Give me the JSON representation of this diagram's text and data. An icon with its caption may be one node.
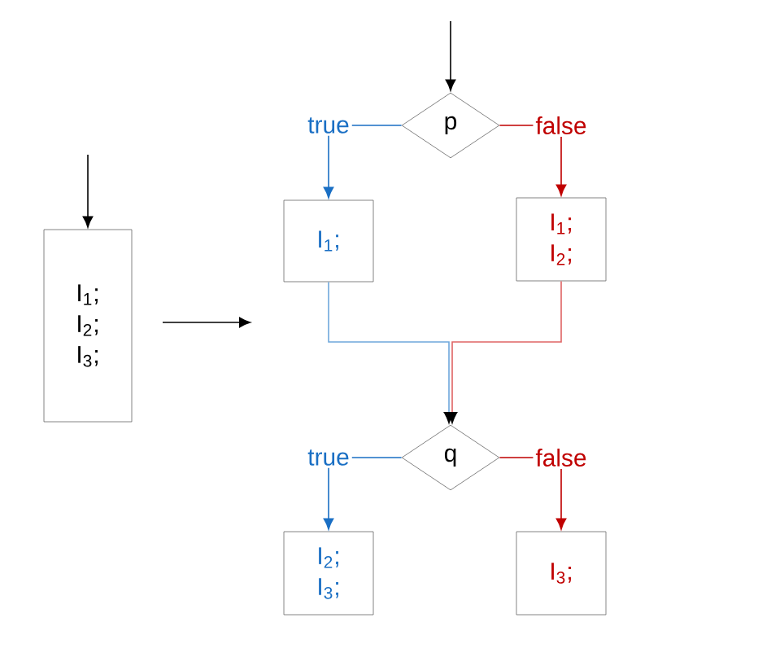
{
  "diagram": {
    "nodes": [
      {
        "text": [
          "I$_{1}$; I$_{2}$; I$_{3}$;"
        ]
      },
      {
        "text": [
          "p"
        ]
      },
      {
        "text": [
          "I$_{1}$;"
        ]
      },
      {
        "text": [
          "I$_{1}$; I$_{2}$;"
        ]
      },
      {
        "text": [
          "q"
        ]
      },
      {
        "text": [
          "I$_{2}$; I$_{3}$;"
        ]
      },
      {
        "text": [
          "I$_{3}$;"
        ]
      }
    ],
    "edges": [
      {
        "from": null,
        "to": 0,
        "arrow": "to"
      },
      {
        "from": null,
        "to": 1,
        "arrow": "to"
      },
      {
        "from": 1,
        "to": 2,
        "arrow": "to",
        "label": "true",
        "color": "#1a6fc4"
      },
      {
        "from": 1,
        "to": 3,
        "arrow": "to",
        "label": "false",
        "color": "#c00000"
      },
      {
        "from": 2,
        "to": 4,
        "arrow": "to",
        "color": "#6fa8dc"
      },
      {
        "from": 3,
        "to": 4,
        "arrow": "to",
        "color": "#e06666"
      },
      {
        "from": 4,
        "to": 5,
        "arrow": "to",
        "label": "true",
        "color": "#1a6fc4"
      },
      {
        "from": 4,
        "to": 6,
        "arrow": "to",
        "label": "false",
        "color": "#c00000"
      }
    ]
  }
}
